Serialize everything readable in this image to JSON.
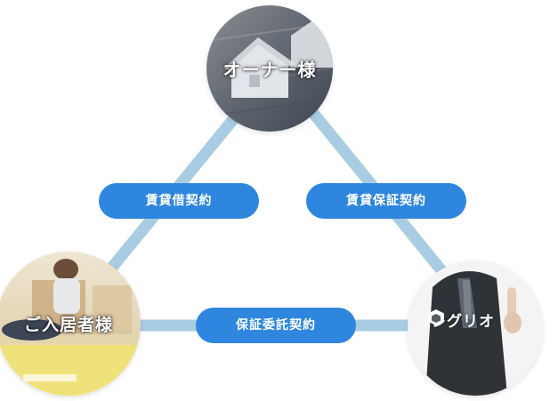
{
  "nodes": {
    "owner": {
      "label": "オーナー様"
    },
    "tenant": {
      "label": "ご入居者様"
    },
    "company": {
      "label": "レグリオ"
    }
  },
  "contracts": {
    "lease": "賃貸借契約",
    "lease_guarantee": "賃貸保証契約",
    "guarantee_consignment": "保証委託契約"
  },
  "colors": {
    "connector": "#a8cde3",
    "pill": "#2e86de",
    "text": "#ffffff"
  }
}
